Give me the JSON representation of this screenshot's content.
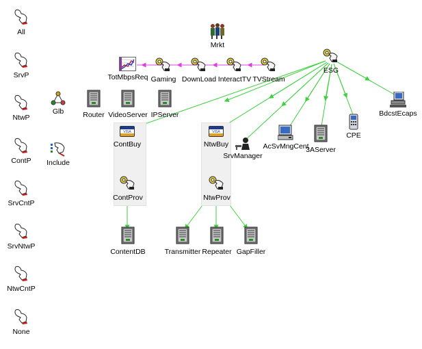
{
  "sidebar": {
    "items": [
      {
        "label": "All"
      },
      {
        "label": "SrvP"
      },
      {
        "label": "NtwP"
      },
      {
        "label": "ContP"
      },
      {
        "label": "SrvCntP"
      },
      {
        "label": "SrvNtwP"
      },
      {
        "label": "NtwCntP"
      },
      {
        "label": "None"
      }
    ]
  },
  "nodes": {
    "mrkt": "Mrkt",
    "esg": "ESG",
    "totmbps": "TotMbpsReq",
    "gaming": "Gaming",
    "download": "DownLoad",
    "interacttv": "InteractTV",
    "tvstream": "TVStream",
    "glb": "Glb",
    "include": "Include",
    "router": "Router",
    "videoserver": "VideoServer",
    "ipserver": "IPServer",
    "contbuy": "ContBuy",
    "ntwbuy": "NtwBuy",
    "srvmanager": "SrvManager",
    "acsvmngcent": "AcSvMngCent",
    "aserver3": "3AServer",
    "cpe": "CPE",
    "bdcstecaps": "BdcstEcaps",
    "contprov": "ContProv",
    "ntwprov": "NtwProv",
    "contentdb": "ContentDB",
    "transmitter": "Transmitter",
    "repeater": "Repeater",
    "gapfiller": "GapFiller"
  },
  "colors": {
    "edge_green": "#3ecf3e",
    "edge_magenta": "#e040e0",
    "group_fill": "#f0f0f0"
  }
}
